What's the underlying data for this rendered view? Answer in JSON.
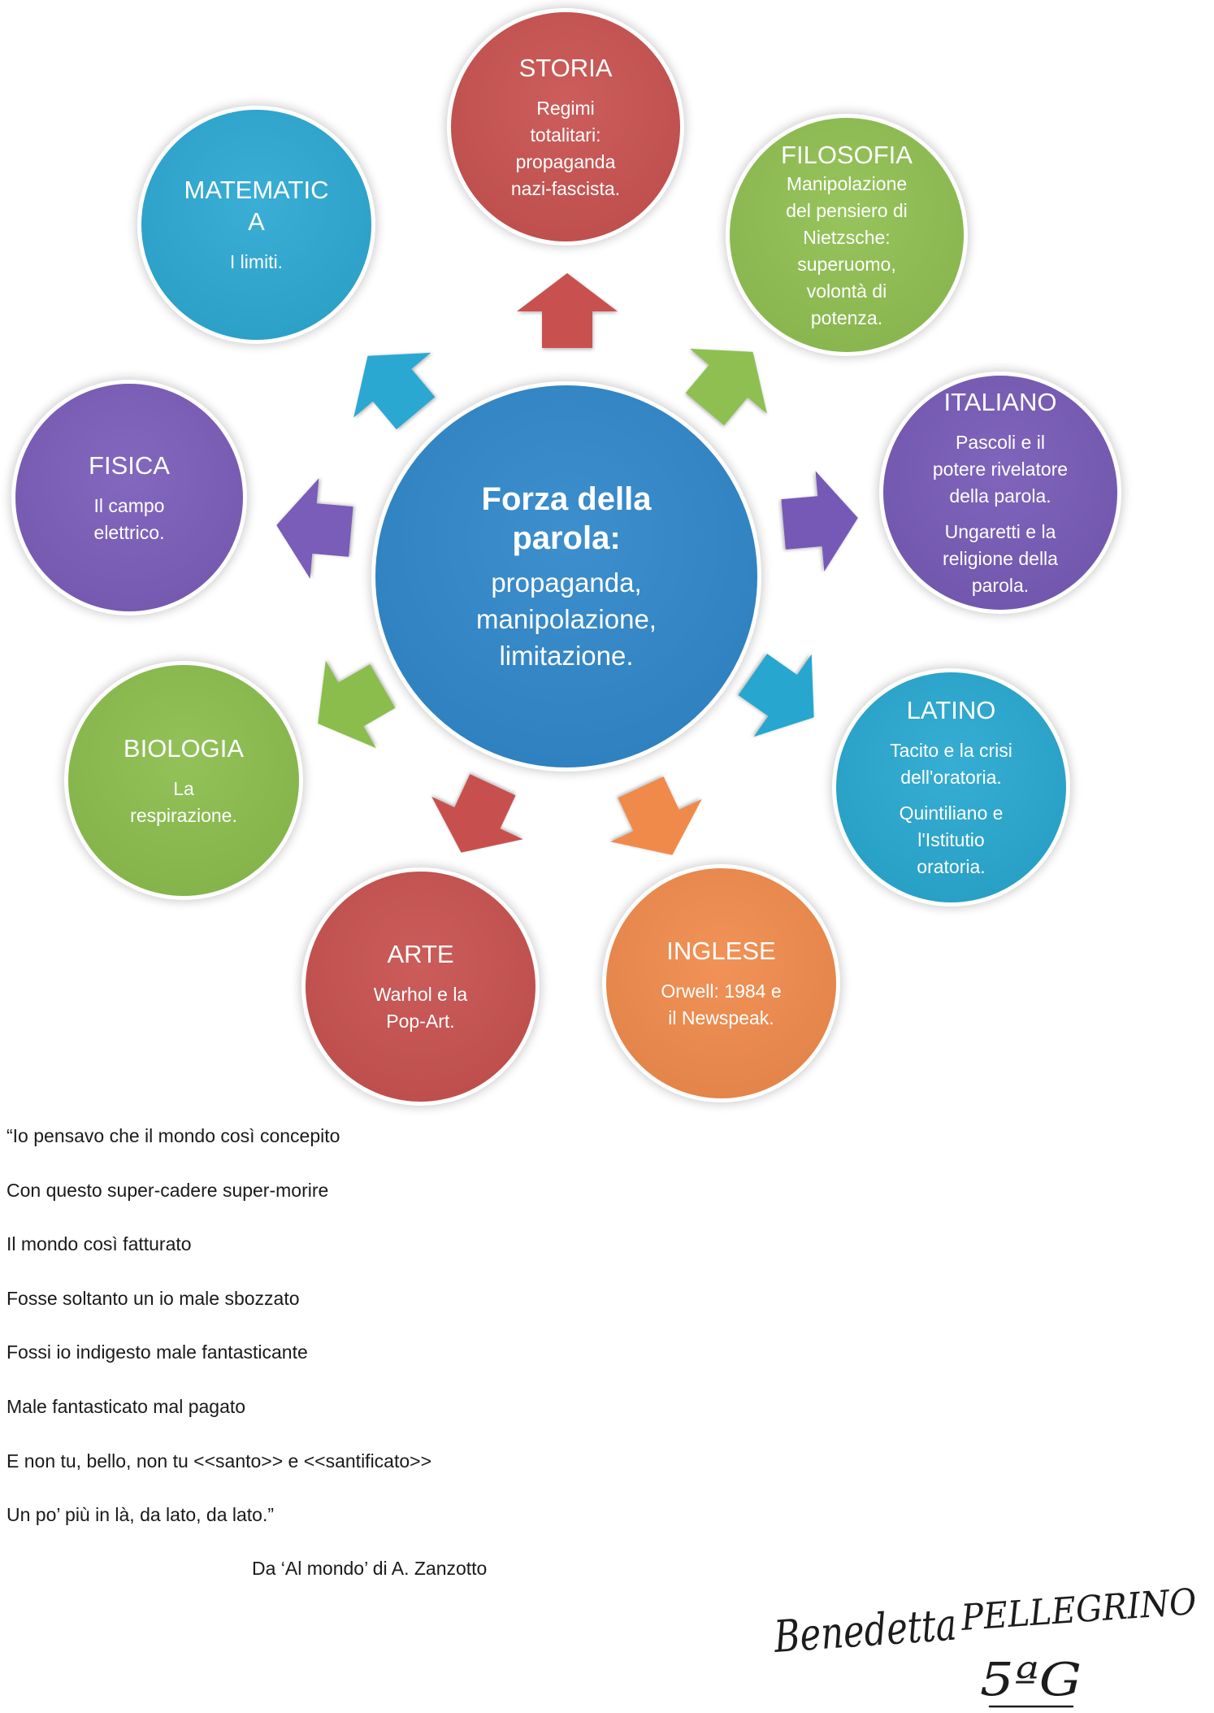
{
  "center": {
    "title": "Forza della\nparola:",
    "body": "propaganda,\nmanipolazione,\nlimitazione.",
    "color": "#2e86c9"
  },
  "nodes": {
    "storia": {
      "title": "STORIA",
      "body": "Regimi\ntotalitari:\npropaganda\nnazi-fascista.",
      "color": "#c8514f"
    },
    "filosofia": {
      "title": "FILOSOFIA",
      "body": "Manipolazione\ndel pensiero di\nNietzsche:\nsuperuomo,\nvolontà di\npotenza.",
      "color": "#8fbf50"
    },
    "italiano": {
      "title": "ITALIANO",
      "body": "Pascoli e il\npotere rivelatore\ndella parola.",
      "body2": "Ungaretti e la\nreligione della\nparola.",
      "color": "#7659b6"
    },
    "latino": {
      "title": "LATINO",
      "body": "Tacito e la crisi\ndell'oratoria.",
      "body2": "Quintiliano e\nl'Istitutio\noratoria.",
      "color": "#27a7cf"
    },
    "inglese": {
      "title": "INGLESE",
      "body": "Orwell: 1984 e\nil Newspeak.",
      "color": "#f08a4b"
    },
    "arte": {
      "title": "ARTE",
      "body": "Warhol e la\nPop-Art.",
      "color": "#c7504e"
    },
    "biologia": {
      "title": "BIOLOGIA",
      "body": "La\nrespirazione.",
      "color": "#8abd4c"
    },
    "fisica": {
      "title": "FISICA",
      "body": "Il campo\nelettrico.",
      "color": "#7a5cb9"
    },
    "matematica": {
      "title": "MATEMATIC\nA",
      "body": "I limiti.",
      "color": "#2ba8d2"
    }
  },
  "poem": {
    "lines": [
      "“Io pensavo che il mondo così concepito",
      "Con questo super-cadere super-morire",
      "Il mondo così fatturato",
      "Fosse soltanto un io male sbozzato",
      "Fossi io indigesto male fantasticante",
      "Male fantasticato mal pagato",
      "E non tu, bello, non tu <<santo>> e <<santificato>>",
      "Un po’ più in là, da lato, da lato.”"
    ],
    "attribution": "Da ‘Al mondo’ di A. Zanzotto"
  },
  "signature": {
    "first_name": "Benedetta",
    "last_name": "PELLEGRINO",
    "class": "5ªG"
  }
}
